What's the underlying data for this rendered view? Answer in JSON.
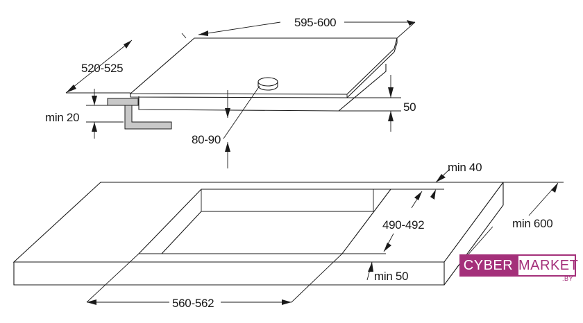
{
  "dimensions": {
    "hob_width": "595-600",
    "hob_depth": "520-525",
    "min_ledge": "min 20",
    "hob_height": "50",
    "knob_offset": "80-90",
    "min_back_gap": "min 40",
    "cutout_depth": "490-492",
    "worktop_depth": "min 600",
    "min_front_gap": "min 50",
    "cutout_width": "560-562"
  },
  "logo": {
    "left_text": "CYBER",
    "right_text": "MARKET",
    "sub_text": ".BY",
    "brand_color": "#a4307a"
  }
}
